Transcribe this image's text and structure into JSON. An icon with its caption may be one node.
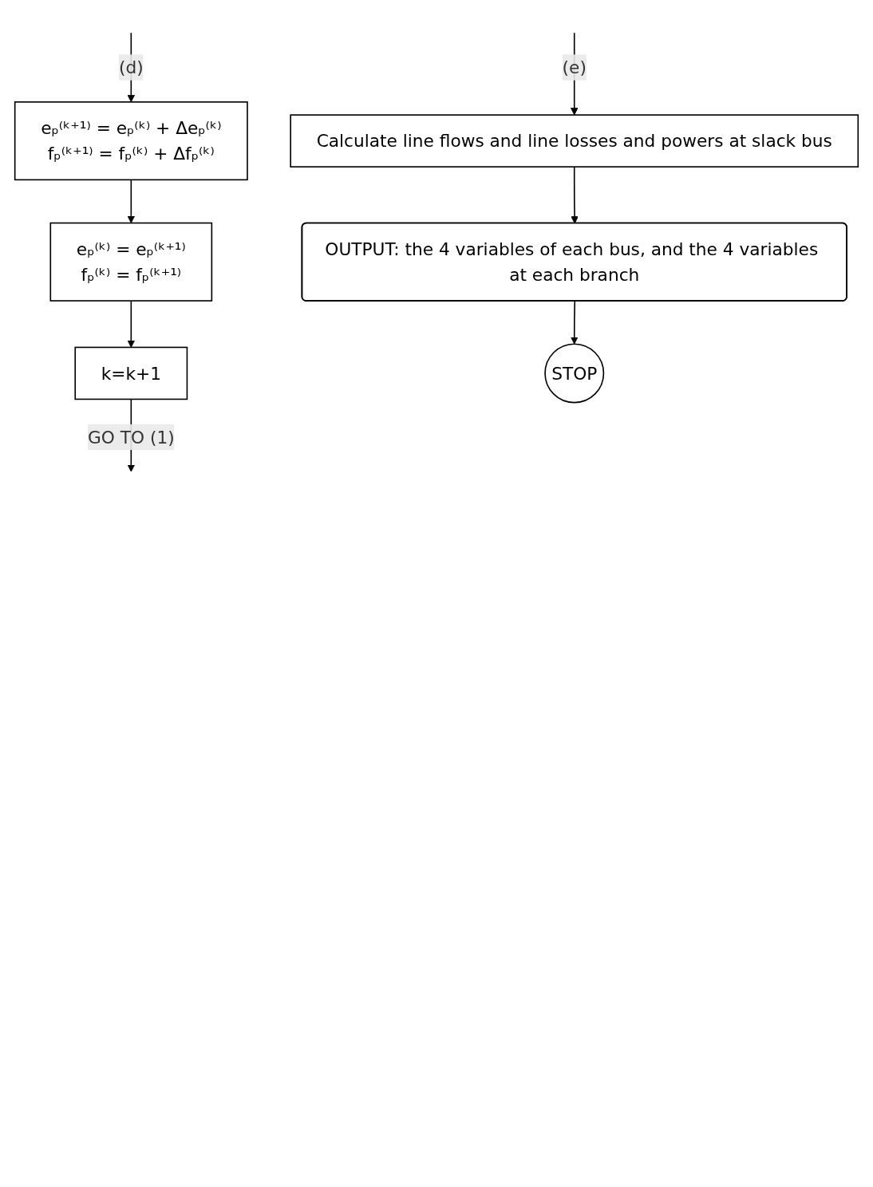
{
  "diagram": {
    "nodes": [
      {
        "text": [
          "eₚ⁽ᵏ⁺¹⁾ = eₚ⁽ᵏ⁾ + Δeₚ⁽ᵏ⁾",
          "fₚ⁽ᵏ⁺¹⁾ = fₚ⁽ᵏ⁾ + Δfₚ⁽ᵏ⁾"
        ]
      },
      {
        "text": [
          "eₚ⁽ᵏ⁾ = eₚ⁽ᵏ⁺¹⁾",
          "fₚ⁽ᵏ⁾ = fₚ⁽ᵏ⁺¹⁾"
        ]
      },
      {
        "text": [
          "k=k+1"
        ]
      },
      {
        "text": [
          "Calculate line flows and line losses and powers at slack bus"
        ]
      },
      {
        "text": [
          "OUTPUT: the 4 variables of each bus, and the 4 variables at each branch"
        ]
      },
      {
        "text": [
          "STOP"
        ]
      }
    ],
    "edges": [
      {
        "from": null,
        "to": 0,
        "arrow": "to",
        "label": "(d)"
      },
      {
        "from": 0,
        "to": 1,
        "arrow": "to"
      },
      {
        "from": 1,
        "to": 2,
        "arrow": "to"
      },
      {
        "from": 2,
        "to": null,
        "arrow": "to",
        "label": "GO TO (1)"
      },
      {
        "from": null,
        "to": 3,
        "arrow": "to",
        "label": "(e)"
      },
      {
        "from": 3,
        "to": 4,
        "arrow": "to"
      },
      {
        "from": 4,
        "to": 5,
        "arrow": "to"
      }
    ]
  }
}
